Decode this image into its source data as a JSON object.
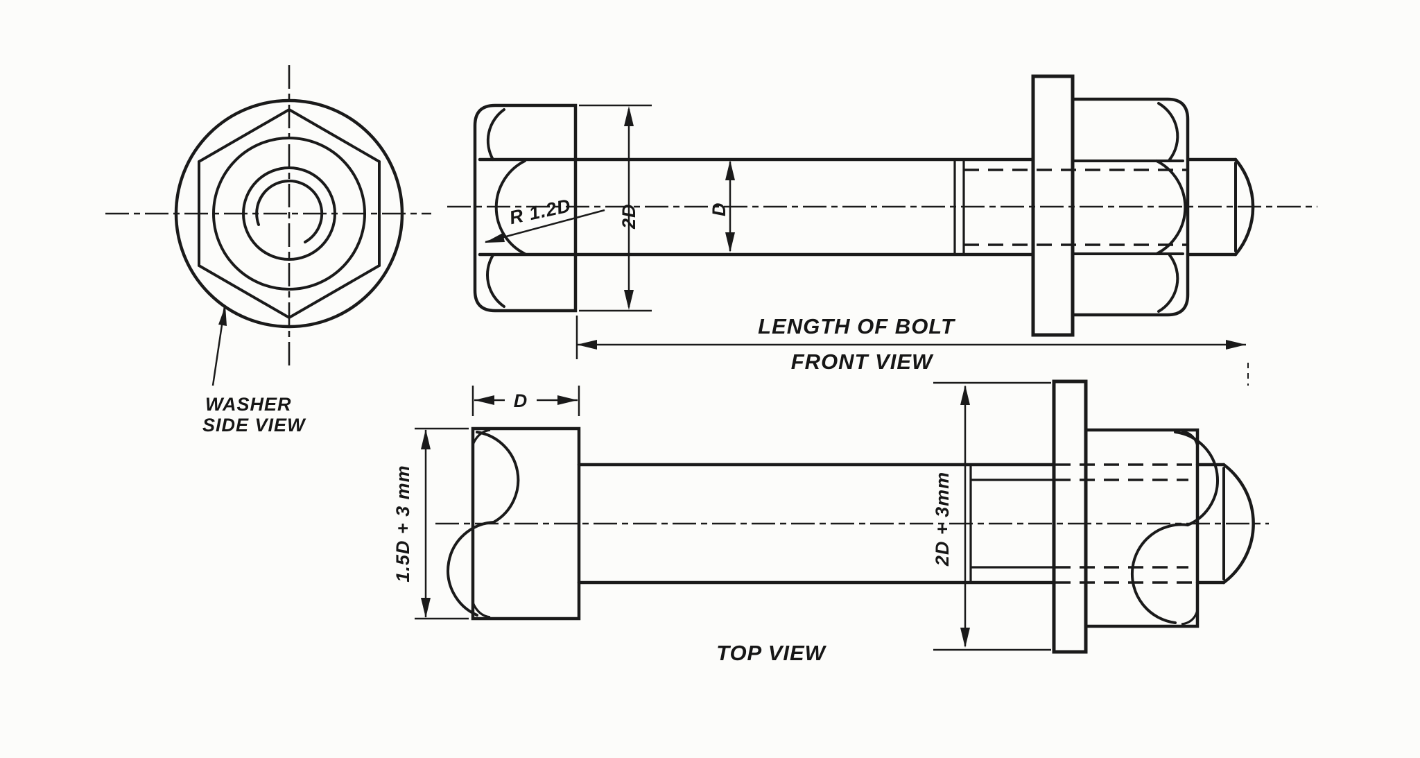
{
  "drawing": {
    "views": {
      "washer_side": {
        "label_line1": "WASHER",
        "label_line2": "SIDE VIEW"
      },
      "front": {
        "label": "FRONT VIEW"
      },
      "top": {
        "label": "TOP VIEW"
      }
    },
    "dimensions": {
      "length_of_bolt": "LENGTH OF BOLT",
      "head_corner_radius": "R 1.2D",
      "head_height_front": "2D",
      "shank_diameter": "D",
      "head_width_top": "D",
      "head_across_flats": "1.5D + 3 mm",
      "washer_outer_diameter": "2D + 3mm"
    },
    "colors": {
      "ink": "#1a1a1a",
      "paper": "#fcfcfa"
    }
  }
}
